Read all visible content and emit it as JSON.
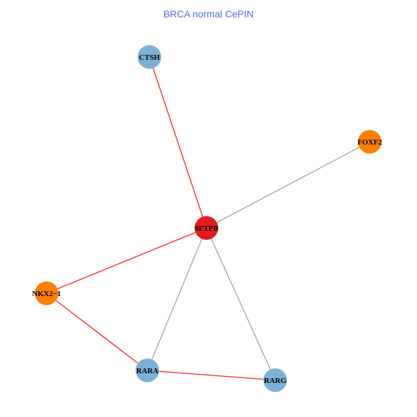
{
  "title": "BRCA normal CePIN",
  "colors": {
    "blue": "#7eb0d5",
    "orange": "#ff7f00",
    "red_node": "#e41a1c",
    "red_edge": "#ff2a2a",
    "gray_edge": "#a8a8a8"
  },
  "nodes": [
    {
      "id": "CTSH",
      "label": "CTSH",
      "color": "#7eb0d5"
    },
    {
      "id": "FOXF2",
      "label": "FOXF2",
      "color": "#ff7f00"
    },
    {
      "id": "SFTPB",
      "label": "SFTPB",
      "color": "#e41a1c"
    },
    {
      "id": "NKX2-1",
      "label": "NKX2−1",
      "color": "#ff7f00"
    },
    {
      "id": "RARA",
      "label": "RARA",
      "color": "#7eb0d5"
    },
    {
      "id": "RARG",
      "label": "RARG",
      "color": "#7eb0d5"
    }
  ],
  "edges": [
    {
      "source": "CTSH",
      "target": "SFTPB",
      "color": "#ff2a2a"
    },
    {
      "source": "FOXF2",
      "target": "SFTPB",
      "color": "#a8a8a8"
    },
    {
      "source": "SFTPB",
      "target": "NKX2-1",
      "color": "#ff2a2a"
    },
    {
      "source": "SFTPB",
      "target": "RARA",
      "color": "#a8a8a8"
    },
    {
      "source": "SFTPB",
      "target": "RARG",
      "color": "#a8a8a8"
    },
    {
      "source": "NKX2-1",
      "target": "RARA",
      "color": "#ff2a2a"
    },
    {
      "source": "RARA",
      "target": "RARG",
      "color": "#ff2a2a"
    }
  ]
}
